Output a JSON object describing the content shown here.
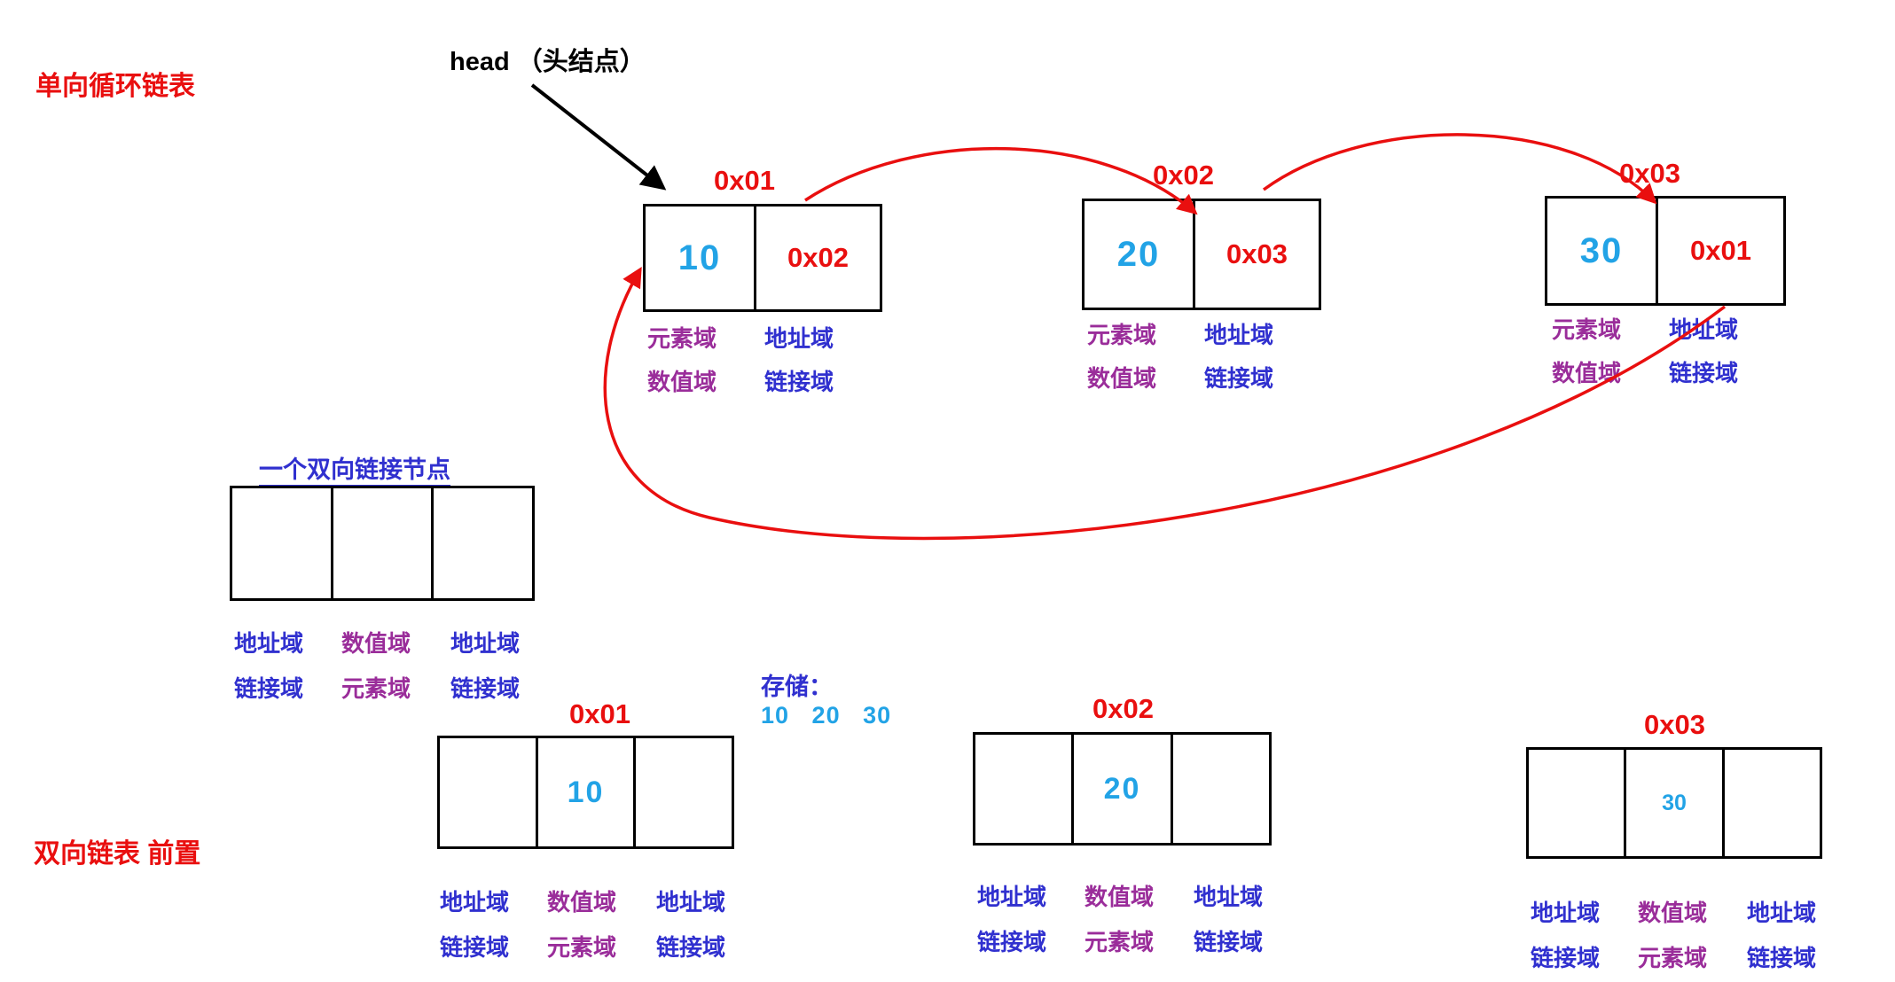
{
  "colors": {
    "red": "#e90f0f",
    "blue": "#3030cf",
    "purple": "#9a2d9a",
    "cyan": "#22a3e6",
    "black": "#000000"
  },
  "titles": {
    "singly_circular_list": "单向循环链表",
    "head_pointer": "head （头结点）",
    "doubly_node": "一个双向链接节点",
    "doubly_list_prepend": "双向链表 前置"
  },
  "field_labels": {
    "element": "元素域",
    "address": "地址域",
    "value": "数值域",
    "link": "链接域"
  },
  "storage": {
    "label": "存储：",
    "values": "10   20   30"
  },
  "singly_nodes": [
    {
      "address": "0x01",
      "value": "10",
      "next": "0x02"
    },
    {
      "address": "0x02",
      "value": "20",
      "next": "0x03"
    },
    {
      "address": "0x03",
      "value": "30",
      "next": "0x01"
    }
  ],
  "doubly_nodes": [
    {
      "address": "0x01",
      "value": "10"
    },
    {
      "address": "0x02",
      "value": "20"
    },
    {
      "address": "0x03",
      "value": "30"
    }
  ]
}
